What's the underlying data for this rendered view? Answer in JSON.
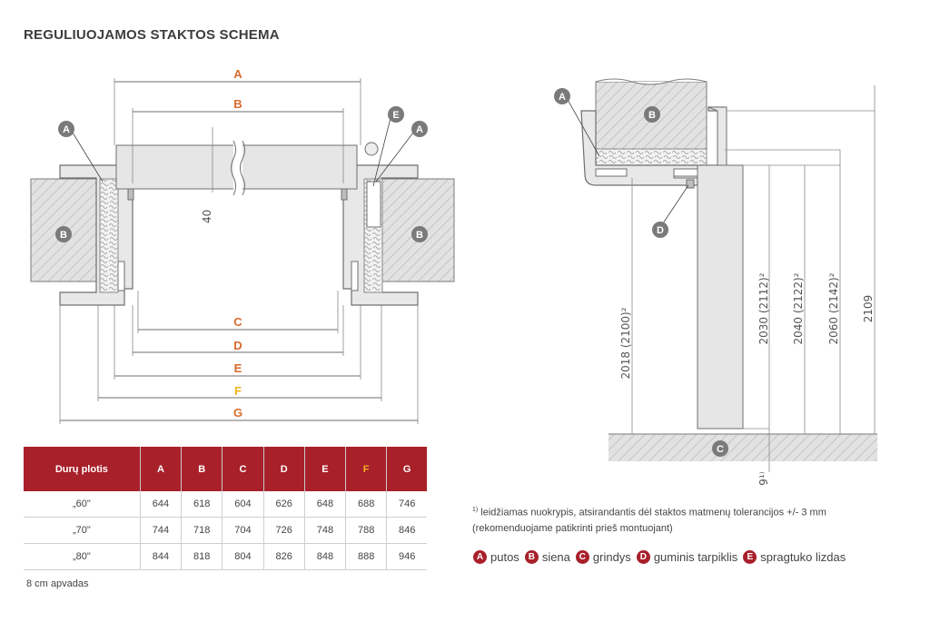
{
  "title": "REGULIUOJAMOS STAKTOS SCHEMA",
  "plan_view": {
    "dimensions": [
      {
        "letter": "A",
        "color": "#d86a2c"
      },
      {
        "letter": "B",
        "color": "#d86a2c"
      },
      {
        "letter": "C",
        "color": "#d86a2c"
      },
      {
        "letter": "D",
        "color": "#d86a2c"
      },
      {
        "letter": "E",
        "color": "#d86a2c"
      },
      {
        "letter": "F",
        "color": "#f0b418"
      },
      {
        "letter": "G",
        "color": "#d86a2c"
      }
    ],
    "depth_label": "40",
    "markers": {
      "a": "A",
      "b": "B",
      "e": "E"
    }
  },
  "section_view": {
    "heights": [
      "2018 (2100)²",
      "2030 (2112)²",
      "2040 (2122)²",
      "2060 (2142)²",
      "2109"
    ],
    "floor_gap": "9¹⁾",
    "markers": {
      "a": "A",
      "b": "B",
      "c": "C",
      "d": "D"
    }
  },
  "table": {
    "headers": [
      "Durų plotis",
      "A",
      "B",
      "C",
      "D",
      "E",
      "F",
      "G"
    ],
    "rows": [
      [
        "„60\"",
        "644",
        "618",
        "604",
        "626",
        "648",
        "688",
        "746"
      ],
      [
        "„70\"",
        "744",
        "718",
        "704",
        "726",
        "748",
        "788",
        "846"
      ],
      [
        "„80\"",
        "844",
        "818",
        "804",
        "826",
        "848",
        "888",
        "946"
      ]
    ]
  },
  "note": "8 cm apvadas",
  "footnote": {
    "mark": "1)",
    "text": "leidžiamas nuokrypis, atsirandantis dėl staktos matmenų tolerancijos +/- 3 mm (rekomenduojame patikrinti prieš montuojant)"
  },
  "legend": [
    {
      "letter": "A",
      "label": "putos"
    },
    {
      "letter": "B",
      "label": "siena"
    },
    {
      "letter": "C",
      "label": "grindys"
    },
    {
      "letter": "D",
      "label": "guminis tarpiklis"
    },
    {
      "letter": "E",
      "label": "spragtuko lizdas"
    }
  ],
  "colors": {
    "accent_red": "#a8202a",
    "dim_orange": "#d86a2c",
    "dim_yellow": "#f0b418",
    "badge_gray": "#777777"
  }
}
